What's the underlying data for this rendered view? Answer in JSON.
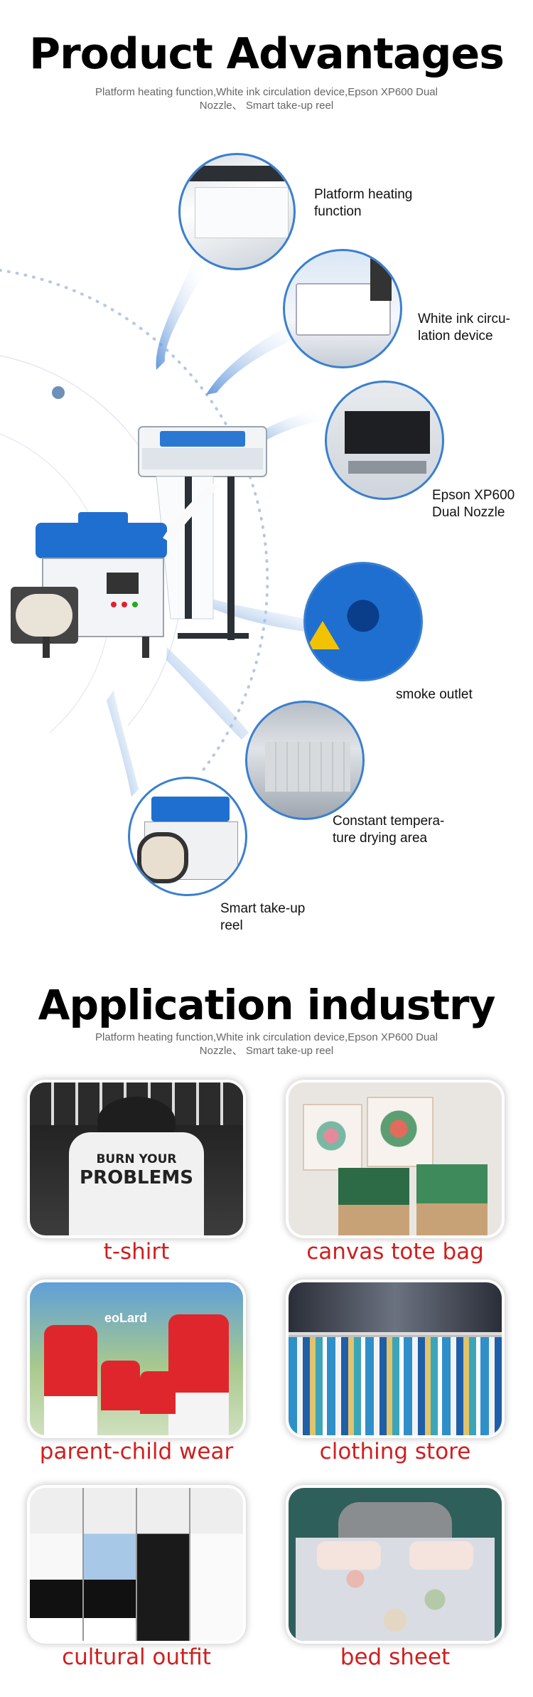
{
  "advantages": {
    "title": "Product Advantages",
    "subtitle_line1": "Platform heating function,White ink circulation device,Epson XP600 Dual",
    "subtitle_line2": "Nozzle、 Smart take-up reel",
    "features": [
      {
        "label_line1": "Platform heating",
        "label_line2": "function"
      },
      {
        "label_line1": "White ink circu-",
        "label_line2": "lation device"
      },
      {
        "label_line1": "Epson XP600",
        "label_line2": "Dual Nozzle"
      },
      {
        "label_line1": "smoke outlet",
        "label_line2": ""
      },
      {
        "label_line1": "Constant tempera-",
        "label_line2": "ture drying area"
      },
      {
        "label_line1": "Smart take-up",
        "label_line2": "reel"
      }
    ]
  },
  "application": {
    "title": "Application industry",
    "subtitle_line1": "Platform heating function,White ink circulation device,Epson XP600 Dual",
    "subtitle_line2": "Nozzle、 Smart take-up reel",
    "items": [
      {
        "label": "t-shirt",
        "photo_text_1": "BURN YOUR",
        "photo_text_2": "PROBLEMS"
      },
      {
        "label": "canvas tote bag"
      },
      {
        "label": "parent-child wear",
        "photo_text_1": "eoLard"
      },
      {
        "label": "clothing store"
      },
      {
        "label": "cultural outfit"
      },
      {
        "label": "bed sheet"
      }
    ]
  },
  "colors": {
    "accent_blue": "#3a7fcf",
    "label_red": "#d01f1f",
    "machine_blue": "#1f6fd0"
  }
}
